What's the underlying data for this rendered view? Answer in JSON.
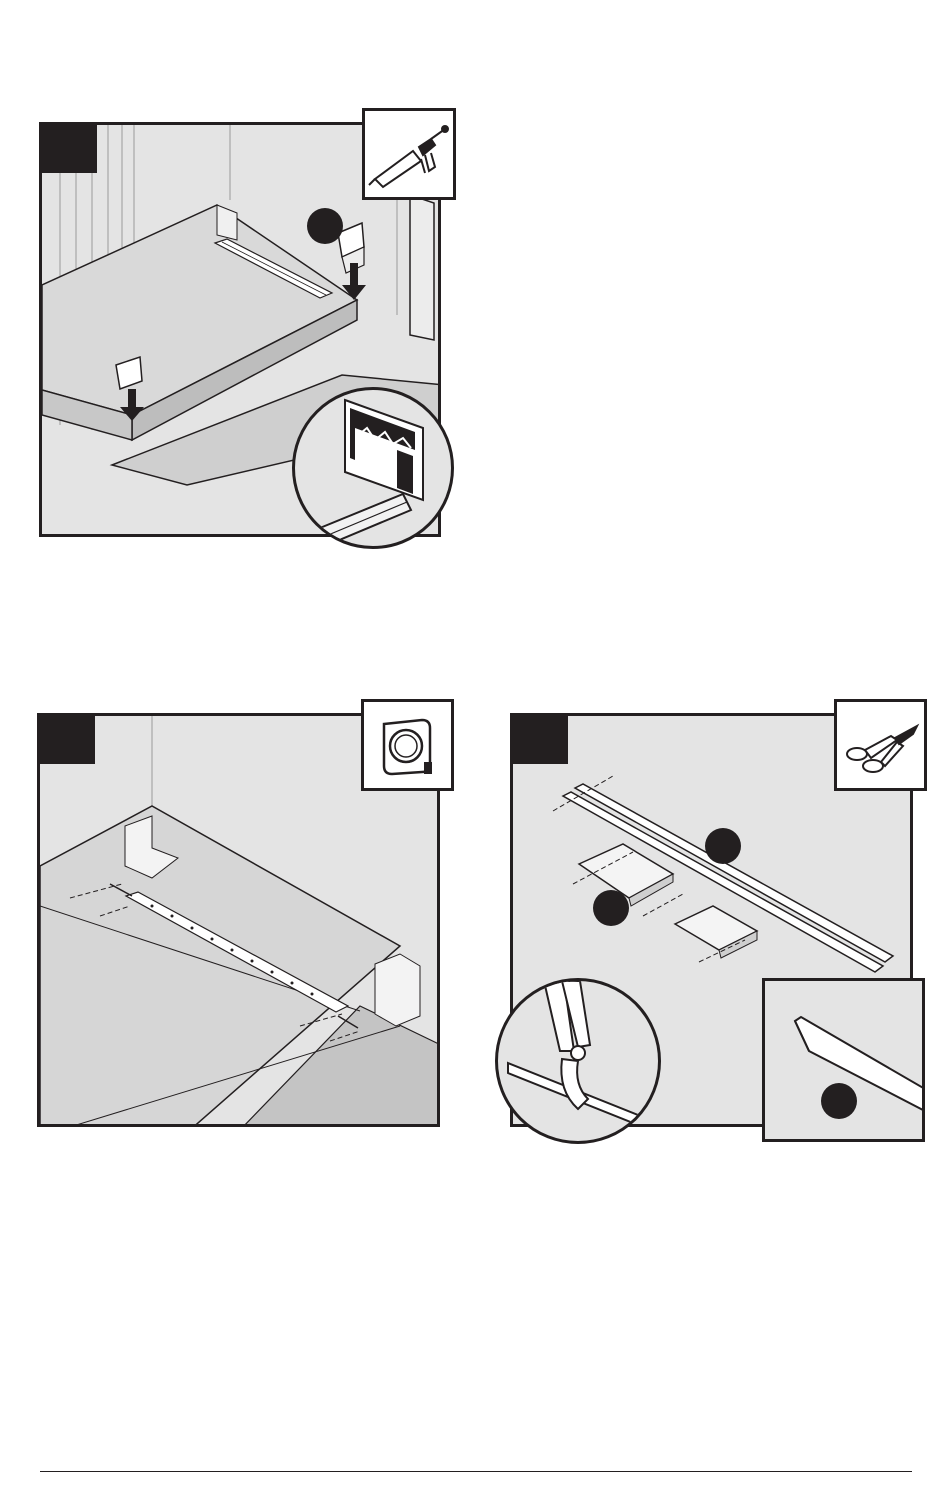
{
  "page": {
    "steps": [
      {
        "id": "step-a",
        "tool": "caulk-gun-icon",
        "callouts": 1,
        "detail": "caulk-bead-detail"
      },
      {
        "id": "step-b",
        "tool": "tape-measure-icon",
        "callouts": 0,
        "detail": ""
      },
      {
        "id": "step-c",
        "tool": "tin-snips-icon",
        "callouts": 3,
        "detail": "snip-cut-detail"
      }
    ],
    "colors": {
      "ink": "#231f20",
      "panel": "#e4e4e4",
      "base": "#d4d4d4",
      "highlight": "#ffffff"
    }
  }
}
